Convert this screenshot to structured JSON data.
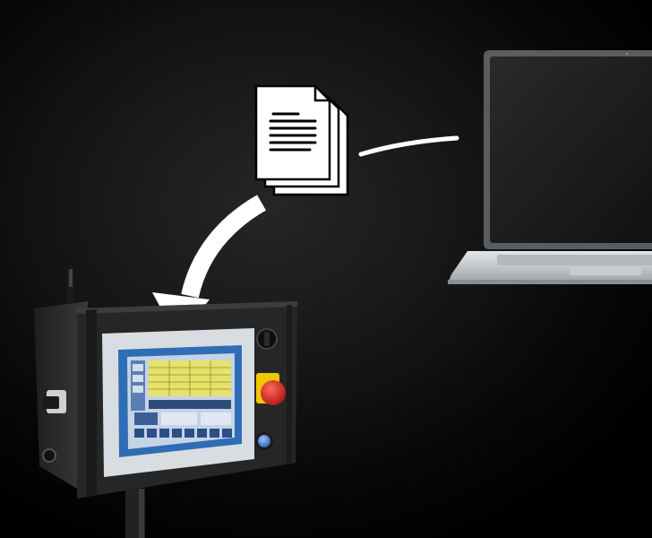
{
  "scene": {
    "description_items": [
      "document-stack",
      "laptop",
      "control-panel"
    ],
    "colors": {
      "background": "#000000",
      "arrow": "#ffffff",
      "laptop_body": "#c9cdd1",
      "laptop_screen": "#1a1a1a",
      "panel_body": "#2b2b2b",
      "screen_frame_blue": "#2f6db5",
      "hmi_yellow": "#e6e26a",
      "estop_red": "#d8231c",
      "estop_collar": "#f0c800",
      "button_blue": "#3f7fd0"
    }
  }
}
